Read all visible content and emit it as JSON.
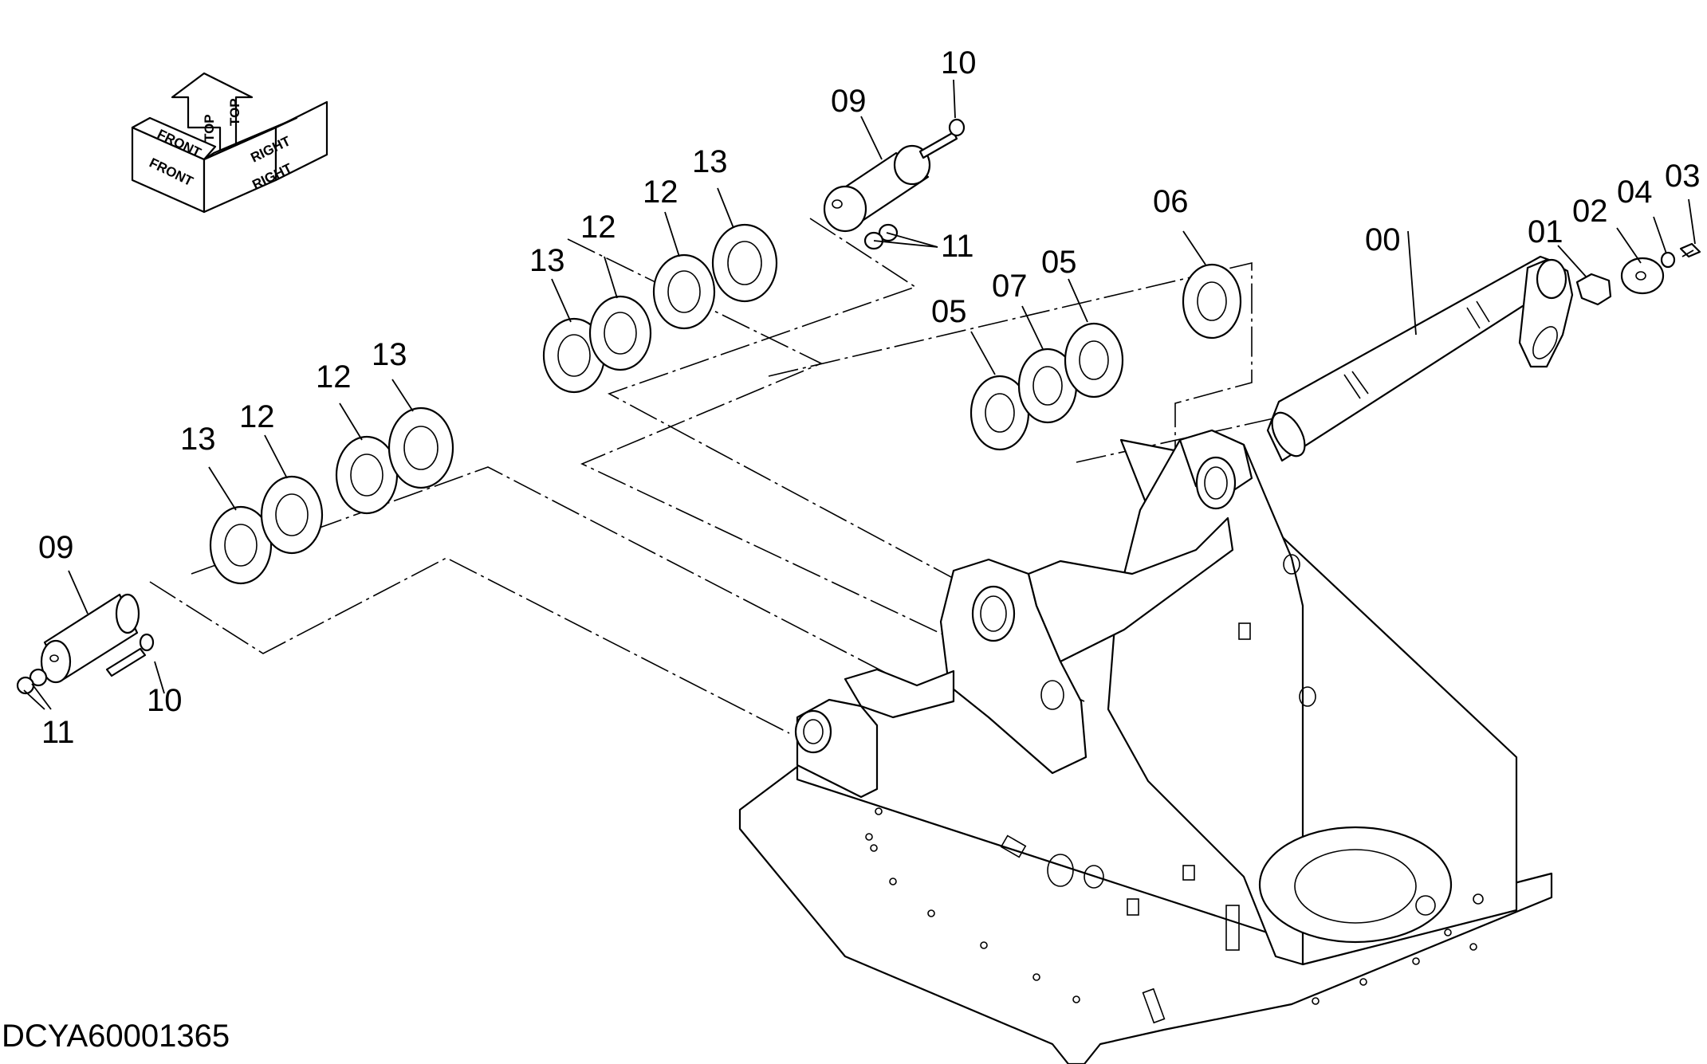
{
  "figure_code": "DCYA60001365",
  "orientation": {
    "top": "TOP",
    "front": "FRONT",
    "right": "RIGHT"
  },
  "callouts": [
    "00",
    "01",
    "02",
    "03",
    "04",
    "05",
    "05",
    "06",
    "07",
    "09",
    "10",
    "11",
    "12",
    "12",
    "13",
    "13",
    "09",
    "10",
    "11",
    "12",
    "12",
    "13",
    "13"
  ],
  "icons": [
    "orientation-arrow-icon"
  ]
}
